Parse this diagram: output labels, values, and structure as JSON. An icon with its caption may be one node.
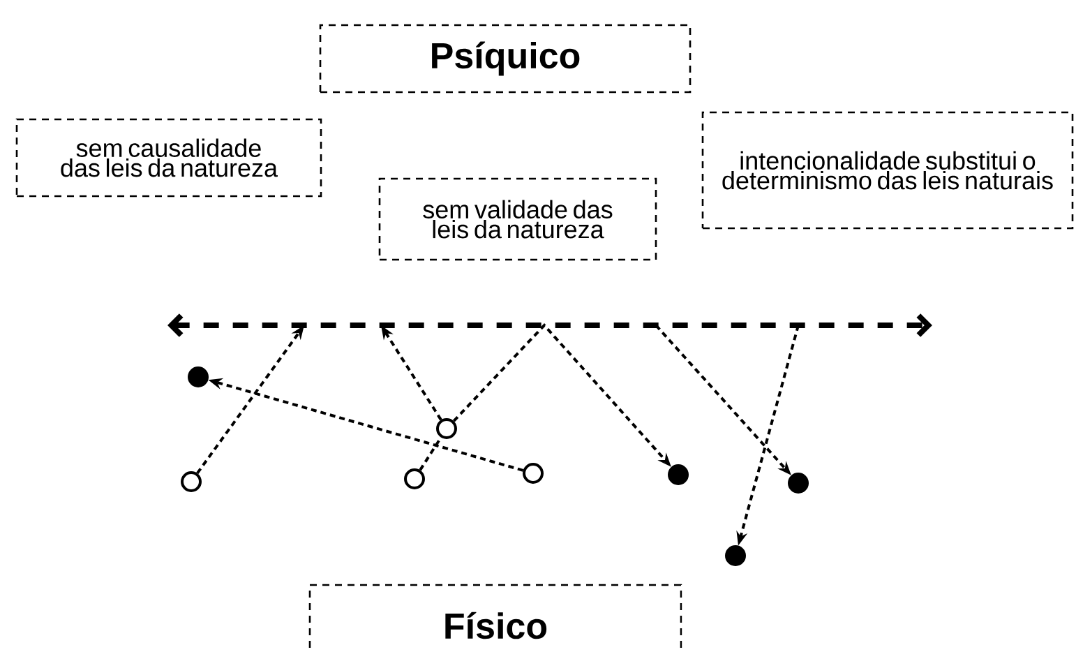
{
  "diagram": {
    "nodes": [
      {
        "text": [
          "Psíquico"
        ]
      },
      {
        "text": [
          "sem causalidade das leis da natureza"
        ]
      },
      {
        "text": [
          "sem validade das leis da natureza"
        ]
      },
      {
        "text": [
          "intencionalidade substitui o determinismo das leis naturais"
        ]
      },
      {
        "text": [],
        "shape": "circle"
      },
      {
        "text": [],
        "shape": "dot"
      },
      {
        "text": [],
        "shape": "circle"
      },
      {
        "text": [],
        "shape": "circle"
      },
      {
        "text": [],
        "shape": "circle"
      },
      {
        "text": [],
        "shape": "dot"
      },
      {
        "text": [],
        "shape": "dot"
      },
      {
        "text": [],
        "shape": "dot"
      },
      {
        "text": [
          "Físico"
        ]
      }
    ],
    "edges": [
      {
        "from": 4,
        "to": null,
        "arrow": "to"
      },
      {
        "from": 7,
        "to": null,
        "arrow": "to"
      },
      {
        "from": 6,
        "to": 7,
        "arrow": "none"
      },
      {
        "from": 7,
        "to": 9,
        "arrow": "to"
      },
      {
        "from": 8,
        "to": 5,
        "arrow": "to"
      },
      {
        "from": null,
        "to": 11,
        "arrow": "to"
      },
      {
        "from": null,
        "to": 10,
        "arrow": "to"
      }
    ]
  }
}
